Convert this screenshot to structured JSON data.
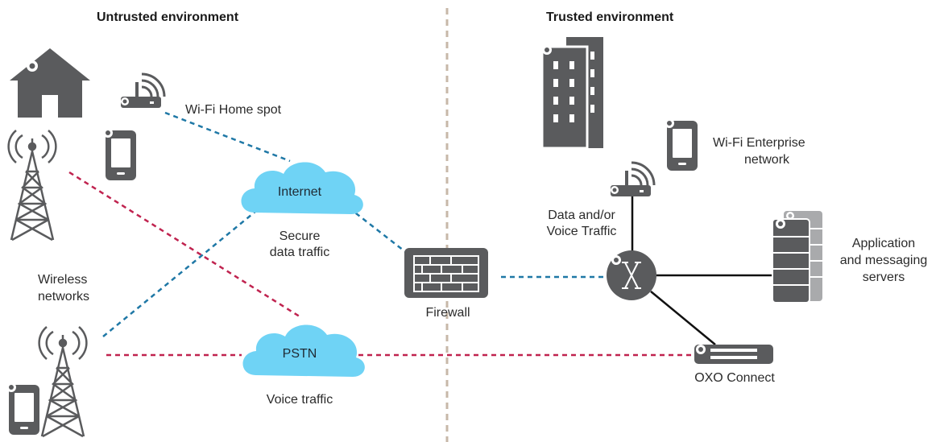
{
  "headings": {
    "untrusted": "Untrusted environment",
    "trusted": "Trusted environment"
  },
  "labels": {
    "wifi_home_spot": "Wi-Fi Home spot",
    "internet": "Internet",
    "secure_data_traffic_1": "Secure",
    "secure_data_traffic_2": "data traffic",
    "wireless_networks_1": "Wireless",
    "wireless_networks_2": "networks",
    "pstn": "PSTN",
    "voice_traffic": "Voice traffic",
    "firewall": "Firewall",
    "wifi_enterprise_1": "Wi-Fi Enterprise",
    "wifi_enterprise_2": "network",
    "data_voice_1": "Data and/or",
    "data_voice_2": "Voice Traffic",
    "app_servers_1": "Application",
    "app_servers_2": "and messaging",
    "app_servers_3": "servers",
    "oxo_connect": "OXO Connect"
  },
  "colors": {
    "icon_gray": "#5a5b5d",
    "cloud_blue": "#6fd3f5",
    "data_link": "#1f78a6",
    "voice_link": "#c0234f",
    "boundary": "#c7b8a8"
  },
  "icons": [
    "house-icon",
    "router-icon",
    "smartphone-icon",
    "cell-tower-icon",
    "cloud-icon",
    "firewall-icon",
    "office-building-icon",
    "switch-icon",
    "server-rack-icon",
    "oxo-appliance-icon"
  ]
}
